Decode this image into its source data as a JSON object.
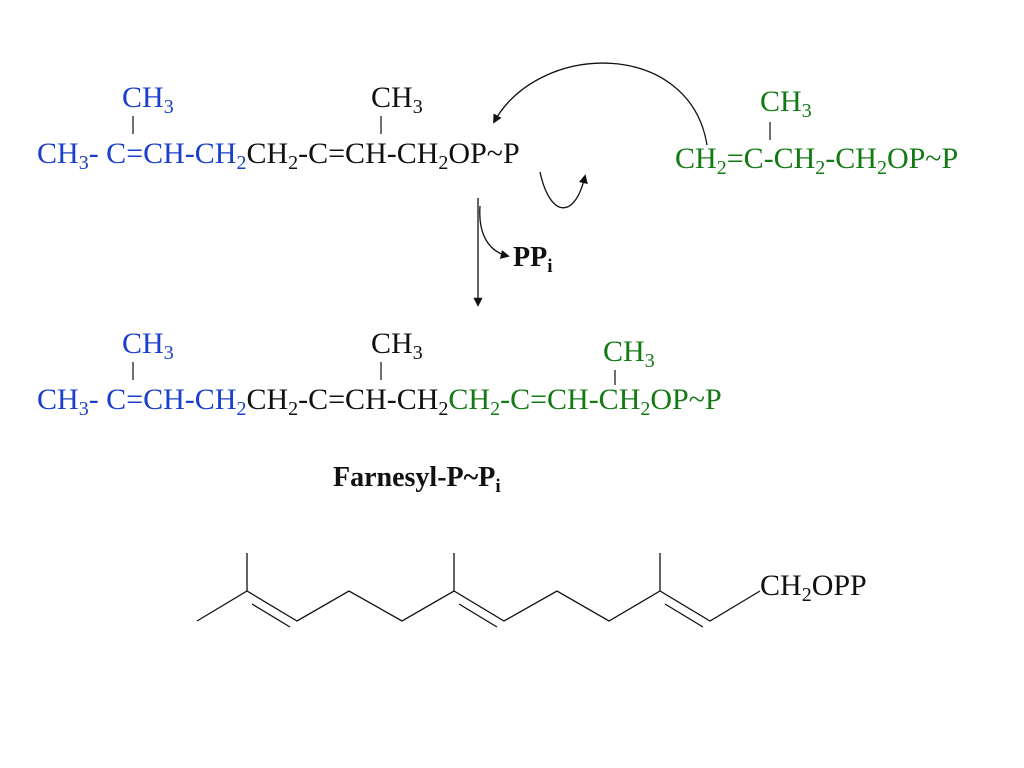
{
  "colors": {
    "blue": "#1a3fcc",
    "black": "#111111",
    "green": "#137a13"
  },
  "top_reactant": {
    "ch3_left": "CH3",
    "ch3_mid": "CH3",
    "chain_blue": "CH3- C=CH-CH2",
    "chain_black": "CH2-C=CH-CH2OP~P"
  },
  "ipp": {
    "ch3": "CH3",
    "chain": "CH2=C-CH2-CH2OP~P"
  },
  "byproduct": "PPi",
  "product": {
    "ch3_left": "CH3",
    "ch3_mid": "CH3",
    "ch3_right": "CH3",
    "chain_blue": "CH3- C=CH-CH2",
    "chain_black": "CH2-C=CH-CH2",
    "chain_green": "CH2-C=CH-CH2OP~P"
  },
  "product_name": "Farnesyl-P~Pi",
  "skeletal_label": "CH2OPP"
}
